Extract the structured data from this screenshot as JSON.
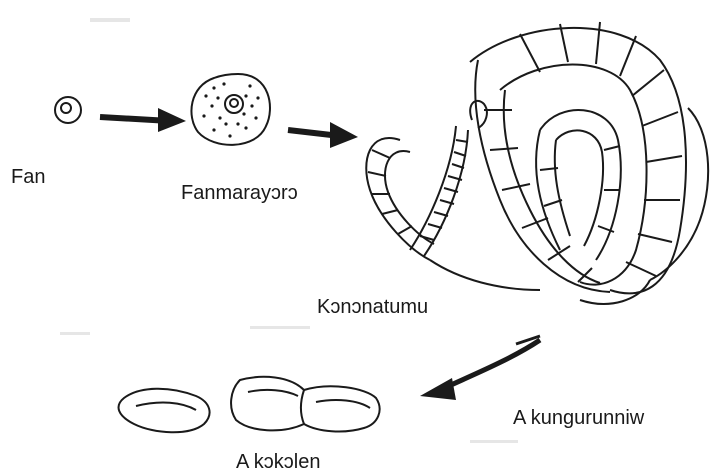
{
  "labels": {
    "egg": "Fan",
    "embryonated_egg": "Fanmarayɔrɔ",
    "tapeworm": "Kɔnɔnatumu",
    "mature_segments": "A kungurunniw",
    "proglottids": "A kɔkɔlen"
  },
  "colors": {
    "line": "#1a1a1a",
    "background": "#ffffff",
    "label": "#1a1a1a"
  }
}
